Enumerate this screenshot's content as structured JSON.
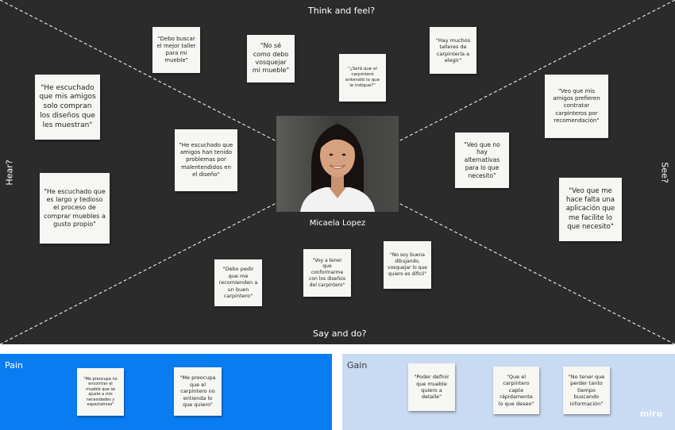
{
  "sections": {
    "think": "Think and feel?",
    "hear": "Hear?",
    "see": "See?",
    "say": "Say and do?"
  },
  "persona": {
    "name": "Micaela Lopez"
  },
  "notes": {
    "think": [
      "\"Debo buscar el mejor taller para mi mueble\"",
      "\"No sé como debo vosquejar mi mueble\"",
      "\"¿Será que el carpinteró entendió lo que le indique?\"",
      "\"Hay muchos talleres de carpintería a elegir\""
    ],
    "hear": [
      "\"He escuchado que mis amigos solo compran los diseños que les muestran\"",
      "\"He escuchado que amigos han tenido problemas por malentendidos en el diseño\"",
      "\"He escuchado que es largo y tedioso el proceso de comprar muebles a gusto propio\""
    ],
    "see": [
      "\"Veo que mis amigos prefieren contratar carpinteros por recomendación\"",
      "\"Veo que no hay alternativas para lo que necesito\"",
      "\"Veo que me hace falta una aplicación que me facilite lo que necesito\""
    ],
    "say": [
      "\"Debo pedir que me recomienden a un buen carpintero\"",
      "\"Voy a tener que conformarme con los diseños del carpintero\"",
      "\"No soy buena dibujando, vosquejar lo que quiero es dificil\""
    ]
  },
  "pain": {
    "title": "Pain",
    "notes": [
      "\"Me preocupa no encontrar el mueble que se ajuste a mis necesidades y espectativas\"",
      "\"Me preocupa que el carpintero no entienda lo que quiero\""
    ]
  },
  "gain": {
    "title": "Gain",
    "notes": [
      "\"Poder definir que mueble quiero a detalle\"",
      "\"Que el carpintero capte rápidamente lo que deseo\"",
      "\"No tener que perder tanto tiempo buscando información\""
    ]
  },
  "brand": "miro"
}
